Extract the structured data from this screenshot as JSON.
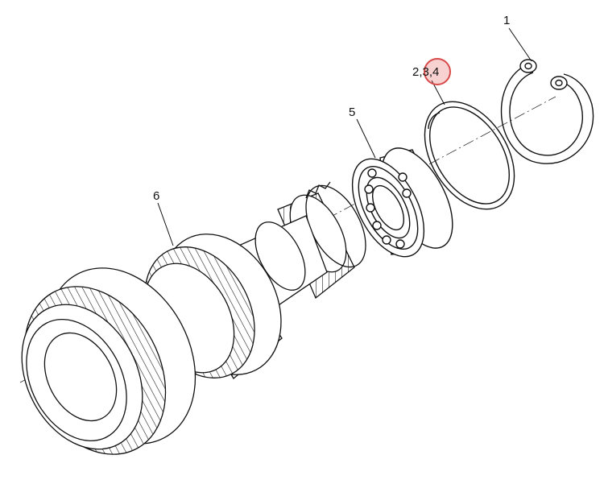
{
  "diagram": {
    "callouts": [
      {
        "id": "c1",
        "text": "1"
      },
      {
        "id": "c234",
        "text": "2,3,4"
      },
      {
        "id": "c5",
        "text": "5"
      },
      {
        "id": "c6",
        "text": "6"
      }
    ],
    "highlight": {
      "target": "3",
      "color": "#d84a4a"
    },
    "line_color": "#111111"
  }
}
